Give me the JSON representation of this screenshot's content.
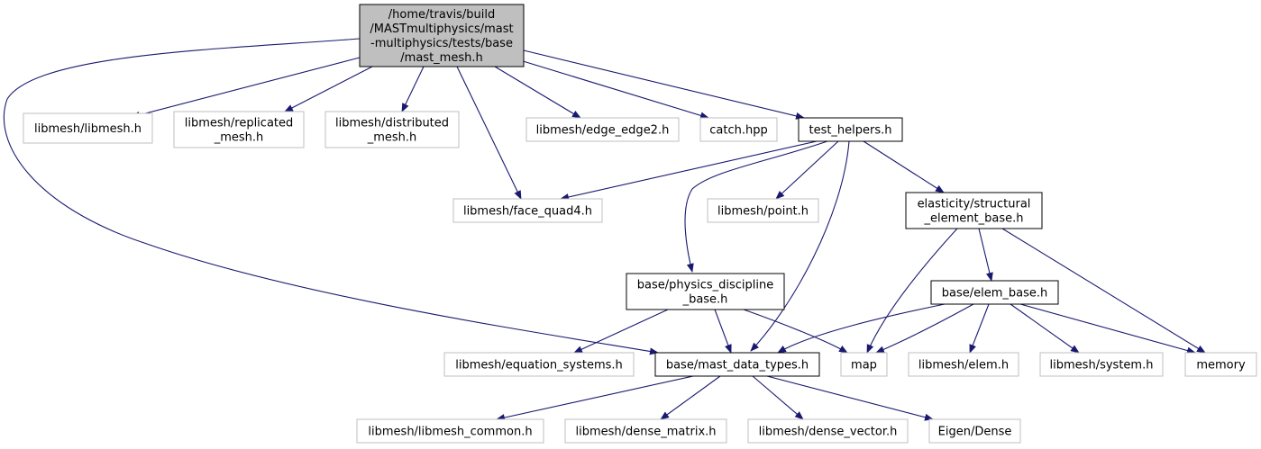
{
  "colors": {
    "edge": "#191970",
    "root_fill": "#bfbfbf",
    "root_stroke": "#000000",
    "internal_stroke": "#000000",
    "external_stroke": "#bfbfbf"
  },
  "nodes": {
    "root": {
      "lines": [
        "/home/travis/build",
        "/MASTmultiphysics/mast",
        "-multiphysics/tests/base",
        "/mast_mesh.h"
      ]
    },
    "libmesh_h": {
      "lines": [
        "libmesh/libmesh.h"
      ]
    },
    "replicated": {
      "lines": [
        "libmesh/replicated",
        "_mesh.h"
      ]
    },
    "distributed": {
      "lines": [
        "libmesh/distributed",
        "_mesh.h"
      ]
    },
    "edge2": {
      "lines": [
        "libmesh/edge_edge2.h"
      ]
    },
    "catch": {
      "lines": [
        "catch.hpp"
      ]
    },
    "test_helpers": {
      "lines": [
        "test_helpers.h"
      ]
    },
    "face_quad4": {
      "lines": [
        "libmesh/face_quad4.h"
      ]
    },
    "point": {
      "lines": [
        "libmesh/point.h"
      ]
    },
    "struct_elem": {
      "lines": [
        "elasticity/structural",
        "_element_base.h"
      ]
    },
    "physics": {
      "lines": [
        "base/physics_discipline",
        "_base.h"
      ]
    },
    "elem_base": {
      "lines": [
        "base/elem_base.h"
      ]
    },
    "eq_systems": {
      "lines": [
        "libmesh/equation_systems.h"
      ]
    },
    "mast_types": {
      "lines": [
        "base/mast_data_types.h"
      ]
    },
    "map": {
      "lines": [
        "map"
      ]
    },
    "elem": {
      "lines": [
        "libmesh/elem.h"
      ]
    },
    "system": {
      "lines": [
        "libmesh/system.h"
      ]
    },
    "memory": {
      "lines": [
        "memory"
      ]
    },
    "libmesh_common": {
      "lines": [
        "libmesh/libmesh_common.h"
      ]
    },
    "dense_matrix": {
      "lines": [
        "libmesh/dense_matrix.h"
      ]
    },
    "dense_vector": {
      "lines": [
        "libmesh/dense_vector.h"
      ]
    },
    "eigen": {
      "lines": [
        "Eigen/Dense"
      ]
    }
  },
  "edges": [
    [
      "root",
      "libmesh_h"
    ],
    [
      "root",
      "replicated"
    ],
    [
      "root",
      "distributed"
    ],
    [
      "root",
      "face_quad4"
    ],
    [
      "root",
      "edge2"
    ],
    [
      "root",
      "catch"
    ],
    [
      "root",
      "test_helpers"
    ],
    [
      "root",
      "mast_types"
    ],
    [
      "test_helpers",
      "face_quad4"
    ],
    [
      "test_helpers",
      "physics"
    ],
    [
      "test_helpers",
      "point"
    ],
    [
      "test_helpers",
      "struct_elem"
    ],
    [
      "test_helpers",
      "mast_types"
    ],
    [
      "struct_elem",
      "elem_base"
    ],
    [
      "struct_elem",
      "map"
    ],
    [
      "struct_elem",
      "memory"
    ],
    [
      "physics",
      "eq_systems"
    ],
    [
      "physics",
      "mast_types"
    ],
    [
      "physics",
      "map"
    ],
    [
      "elem_base",
      "mast_types"
    ],
    [
      "elem_base",
      "map"
    ],
    [
      "elem_base",
      "elem"
    ],
    [
      "elem_base",
      "system"
    ],
    [
      "elem_base",
      "memory"
    ],
    [
      "mast_types",
      "libmesh_common"
    ],
    [
      "mast_types",
      "dense_matrix"
    ],
    [
      "mast_types",
      "dense_vector"
    ],
    [
      "mast_types",
      "eigen"
    ]
  ]
}
